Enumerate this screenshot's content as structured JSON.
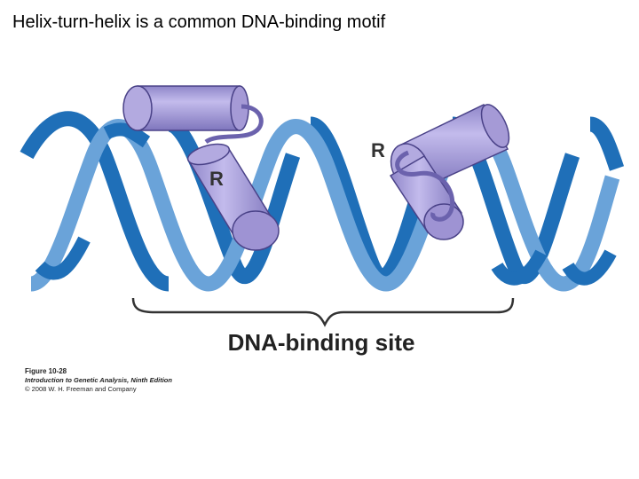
{
  "slide": {
    "title": "Helix-turn-helix is a common DNA-binding motif"
  },
  "figure": {
    "repressor_label_left": "R",
    "repressor_label_right": "R",
    "binding_site_label": "DNA-binding site",
    "colors": {
      "dna_strand_front": "#6aa3d9",
      "dna_strand_back": "#1f6fb8",
      "helix_fill": "#a59ad6",
      "helix_edge": "#4a4288",
      "text": "#222222"
    }
  },
  "caption": {
    "figure_number": "Figure 10-28",
    "book": "Introduction to Genetic Analysis, Ninth Edition",
    "copyright": "© 2008 W. H. Freeman and Company"
  }
}
